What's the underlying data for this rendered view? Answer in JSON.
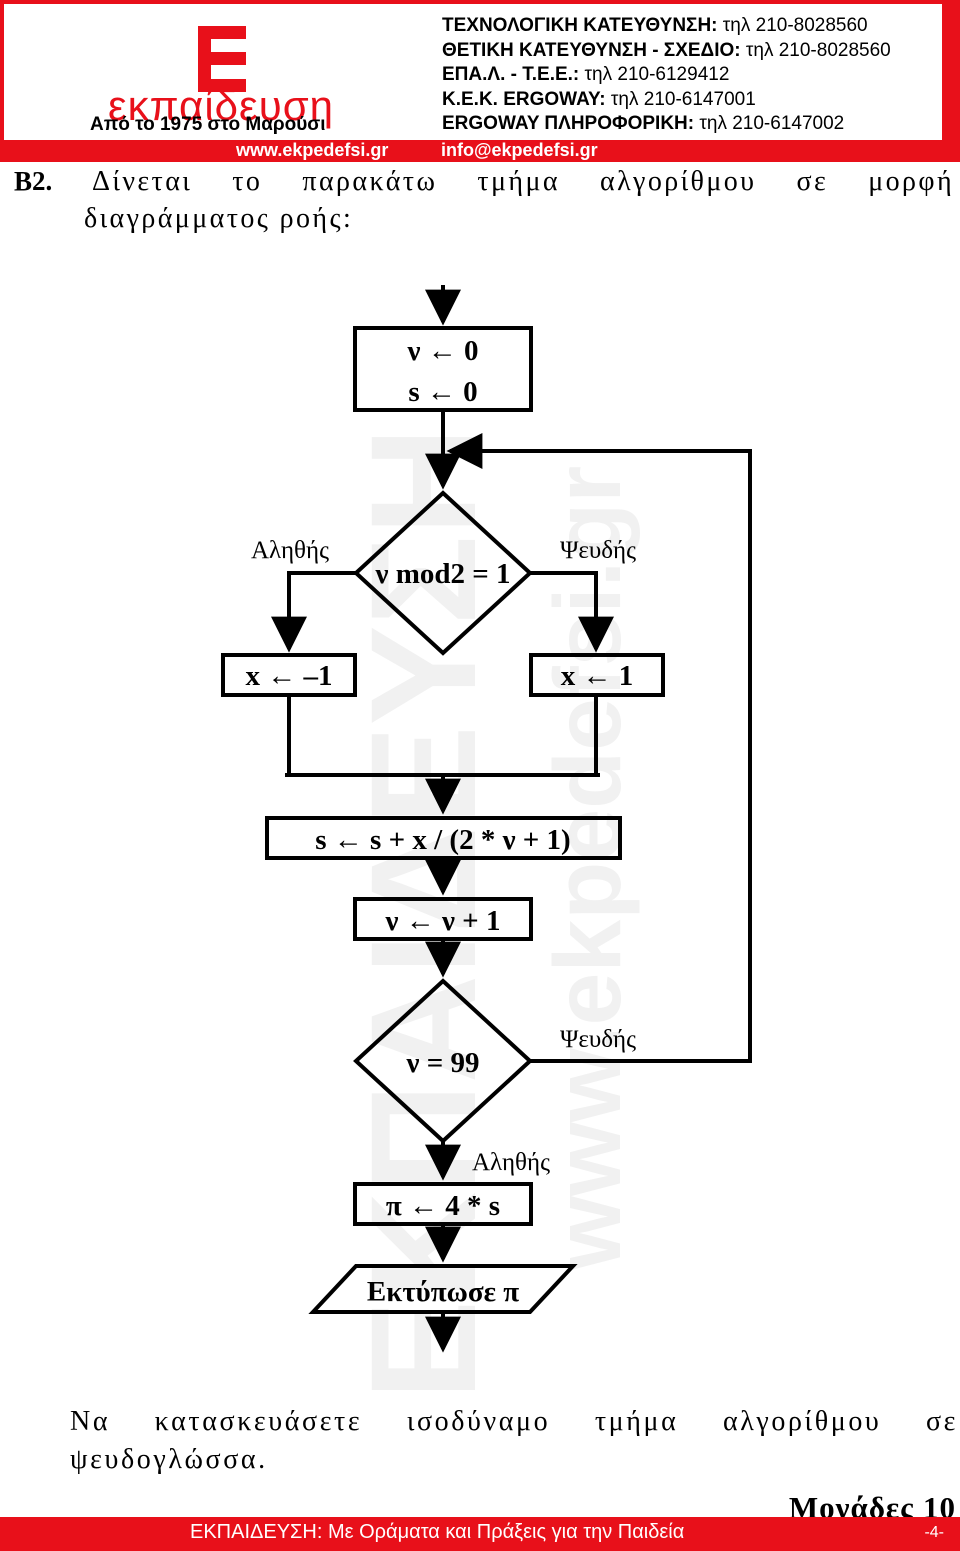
{
  "header": {
    "logo_text": "εκπαίδευση",
    "since": "Από το 1975 στο Μαρούσι",
    "contacts": [
      {
        "label": "ΤΕΧΝΟΛΟΓΙΚΗ ΚΑΤΕΥΘΥΝΣΗ:",
        "value": "τηλ 210-8028560"
      },
      {
        "label": "ΘΕΤΙΚΗ ΚΑΤΕΥΘΥΝΣΗ - ΣΧΕΔΙΟ:",
        "value": "τηλ 210-8028560"
      },
      {
        "label": "ΕΠΑ.Λ. - Τ.Ε.Ε.:",
        "value": "τηλ 210-6129412"
      },
      {
        "label": "Κ.Ε.Κ. ERGOWAY:",
        "value": "τηλ 210-6147001"
      },
      {
        "label": "ERGOWAY ΠΛΗΡΟΦΟΡΙΚΗ:",
        "value": "τηλ 210-6147002"
      }
    ],
    "website": "www.ekpedefsi.gr",
    "email": "info@ekpedefsi.gr",
    "brand_color": "#e8101a"
  },
  "question": {
    "label": "Β2.",
    "line1": "Δίνεται το παρακάτω τμήμα αλγορίθμου σε μορφή",
    "line2": "διαγράμματος ροής:"
  },
  "flowchart": {
    "init_line1": "ν ← 0",
    "init_line2": "s ← 0",
    "decision1": "ν mod2 = 1",
    "decision1_true": "Αληθής",
    "decision1_false": "Ψευδής",
    "assign_true": "x ← –1",
    "assign_false": "x ← 1",
    "update_s": "s ← s + x / (2 * ν + 1)",
    "increment": "ν ← ν + 1",
    "decision2": "ν = 99",
    "decision2_false": "Ψευδής",
    "decision2_true": "Αληθής",
    "compute_pi": "π ← 4 * s",
    "output": "Εκτύπωσε π"
  },
  "task": {
    "line1": "Να κατασκευάσετε ισοδύναμο τμήμα αλγορίθμου σε",
    "line2": "ψευδογλώσσα."
  },
  "marks": "Μονάδες 10",
  "footer": {
    "slogan": "ΕΚΠΑΙΔΕΥΣΗ: Με Οράματα και Πράξεις για την Παιδεία",
    "page": "-4-"
  }
}
